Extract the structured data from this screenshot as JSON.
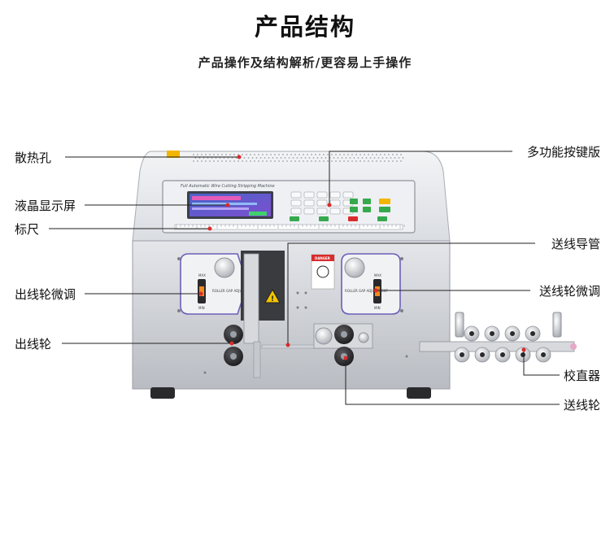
{
  "header": {
    "title": "产品结构",
    "subtitle": "产品操作及结构解析/更容易上手操作"
  },
  "machine": {
    "panel_text": "Full Automatic Wire Cutting Stripping Machine",
    "danger_text": "DANGER",
    "roller_text_left": "ROLLER GAP ADJUSTMENT",
    "roller_text_right": "ROLLER GAP ADJUSTMENT",
    "max_label": "MAX",
    "min_label": "MIN"
  },
  "callouts": {
    "vent": "散热孔",
    "lcd": "液晶显示屏",
    "ruler": "标尺",
    "out_adjust": "出线轮微调",
    "out_wheel": "出线轮",
    "keypad": "多功能按键版",
    "guide_tube": "送线导管",
    "feed_adjust": "送线轮微调",
    "straightener": "校直器",
    "feed_wheel": "送线轮"
  },
  "colors": {
    "body": "#c9ccd1",
    "panel": "#eef0f3",
    "accent_red": "#d92b2b",
    "accent_green": "#36a94d",
    "accent_yellow": "#f2b600",
    "rubber": "#2a2a2c"
  }
}
